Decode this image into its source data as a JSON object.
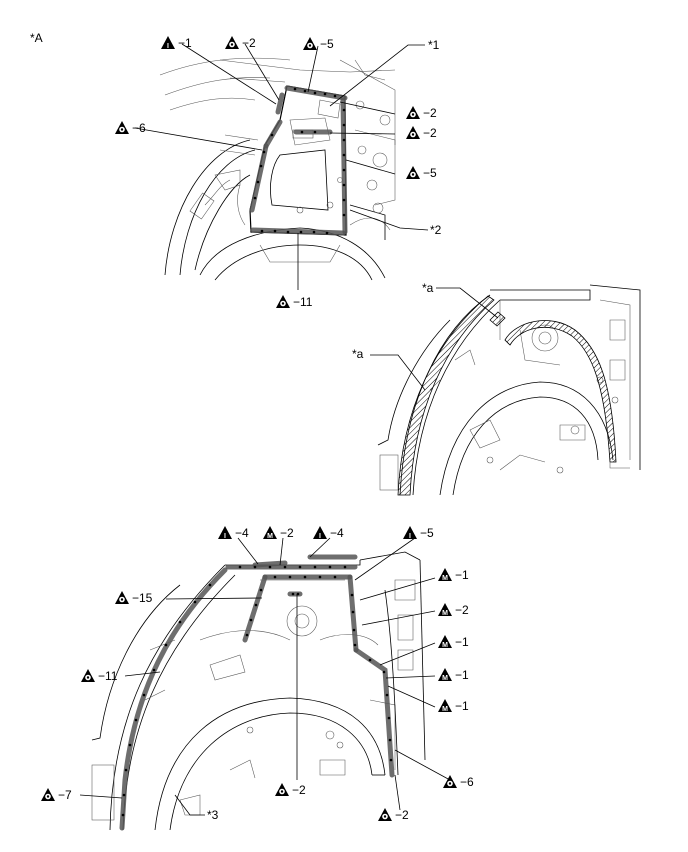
{
  "figure_label": "*A",
  "legend_marks": {
    "spot": "O",
    "mig": "M",
    "inert": "I"
  },
  "top_callouts": [
    {
      "mark": "inert",
      "text": "−1"
    },
    {
      "mark": "spot",
      "text": "−2"
    },
    {
      "mark": "spot",
      "text": "−5"
    },
    {
      "mark": "spot",
      "text": "−6"
    },
    {
      "mark": "spot",
      "text": "−2"
    },
    {
      "mark": "spot",
      "text": "−2"
    },
    {
      "mark": "spot",
      "text": "−5"
    },
    {
      "mark": "spot",
      "text": "−11"
    }
  ],
  "top_refs": [
    "*1",
    "*2"
  ],
  "mid_refs": [
    "*a",
    "*a"
  ],
  "bottom_callouts": [
    {
      "mark": "inert",
      "text": "−4"
    },
    {
      "mark": "mig",
      "text": "−2"
    },
    {
      "mark": "inert",
      "text": "−4"
    },
    {
      "mark": "inert",
      "text": "−5"
    },
    {
      "mark": "spot",
      "text": "−15"
    },
    {
      "mark": "mig",
      "text": "−1"
    },
    {
      "mark": "mig",
      "text": "−2"
    },
    {
      "mark": "mig",
      "text": "−1"
    },
    {
      "mark": "spot",
      "text": "−11"
    },
    {
      "mark": "mig",
      "text": "−1"
    },
    {
      "mark": "mig",
      "text": "−1"
    },
    {
      "mark": "spot",
      "text": "−7"
    },
    {
      "mark": "spot",
      "text": "−2"
    },
    {
      "mark": "spot",
      "text": "−6"
    },
    {
      "mark": "spot",
      "text": "−2"
    }
  ],
  "bottom_refs": [
    "*3"
  ]
}
